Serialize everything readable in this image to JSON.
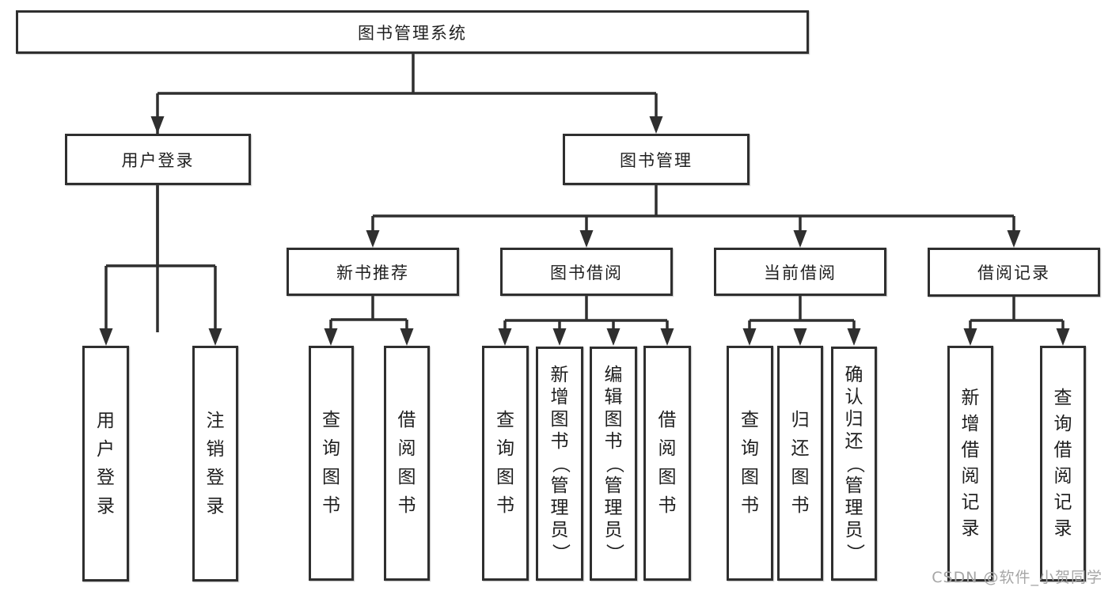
{
  "tree": {
    "root": {
      "label": "图书管理系统"
    },
    "level2": [
      {
        "id": "user-login",
        "label": "用户登录"
      },
      {
        "id": "book-management",
        "label": "图书管理"
      }
    ],
    "level3": [
      {
        "id": "new-book-recommend",
        "label": "新书推荐",
        "parent": "book-management"
      },
      {
        "id": "book-borrowing",
        "label": "图书借阅",
        "parent": "book-management"
      },
      {
        "id": "current-borrowing",
        "label": "当前借阅",
        "parent": "book-management"
      },
      {
        "id": "borrowing-records",
        "label": "借阅记录",
        "parent": "book-management"
      }
    ],
    "leaves": [
      {
        "id": "leaf-user-login",
        "label": "用户登录",
        "parent": "user-login"
      },
      {
        "id": "leaf-logout",
        "label": "注销登录",
        "parent": "user-login"
      },
      {
        "id": "leaf-query-books-recommend",
        "label": "查询图书",
        "parent": "new-book-recommend"
      },
      {
        "id": "leaf-borrow-books-recommend",
        "label": "借阅图书",
        "parent": "new-book-recommend"
      },
      {
        "id": "leaf-query-books-borrowing",
        "label": "查询图书",
        "parent": "book-borrowing"
      },
      {
        "id": "leaf-add-books-admin",
        "label": "新增图书（管理员）",
        "parent": "book-borrowing"
      },
      {
        "id": "leaf-edit-books-admin",
        "label": "编辑图书（管理员）",
        "parent": "book-borrowing"
      },
      {
        "id": "leaf-borrow-books-borrowing",
        "label": "借阅图书",
        "parent": "book-borrowing"
      },
      {
        "id": "leaf-query-books-current",
        "label": "查询图书",
        "parent": "current-borrowing"
      },
      {
        "id": "leaf-return-books",
        "label": "归还图书",
        "parent": "current-borrowing"
      },
      {
        "id": "leaf-confirm-return-admin",
        "label": "确认归还（管理员）",
        "parent": "current-borrowing"
      },
      {
        "id": "leaf-add-borrow-record",
        "label": "新增借阅记录",
        "parent": "borrowing-records"
      },
      {
        "id": "leaf-query-borrow-record",
        "label": "查询借阅记录",
        "parent": "borrowing-records"
      }
    ]
  },
  "watermark": {
    "text": "CSDN @软件_小贺同学"
  },
  "colors": {
    "line": "#2f2f2f",
    "box_background": "#ffffff",
    "text": "#1f1f1f",
    "watermark": "#a6a6a6"
  }
}
